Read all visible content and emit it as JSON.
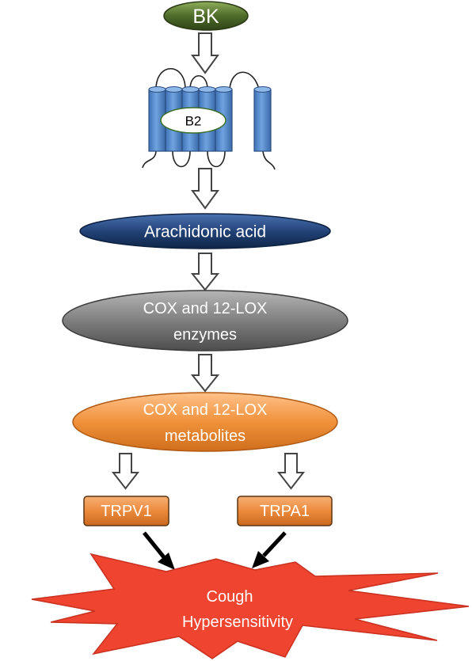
{
  "nodes": {
    "bk": "BK",
    "receptor": "B2",
    "arachidonic": "Arachidonic acid",
    "enzymes": [
      "COX and 12-LOX",
      "enzymes"
    ],
    "metabolites": [
      "COX and 12-LOX",
      "metabolites"
    ],
    "trpv1": "TRPV1",
    "trpa1": "TRPA1",
    "outcome": [
      "Cough",
      "Hypersensitivity"
    ]
  },
  "colors": {
    "bk_fill": "#4e6b2a",
    "receptor_fill": "#5b8fcf",
    "arachidonic_fill": "#1f3f73",
    "enzymes_fill": "#7a7a7a",
    "metabolites_fill": "#f0913a",
    "channel_fill": "#ec8a3c",
    "burst_fill": "#ef4430",
    "arrow_outline": "#444444",
    "arrow_black": "#000000"
  }
}
